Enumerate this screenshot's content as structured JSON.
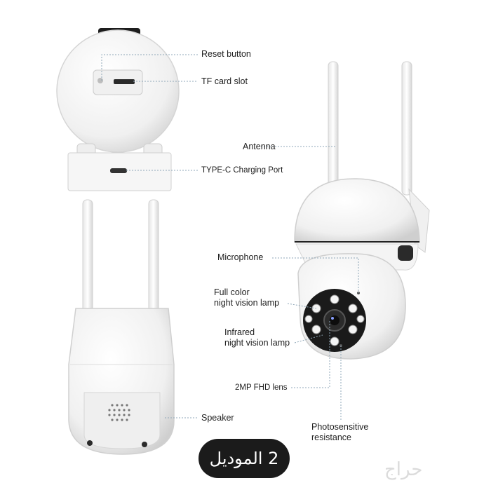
{
  "labels": {
    "reset_button": "Reset button",
    "tf_card_slot": "TF card slot",
    "type_c_port": "TYPE-C Charging Port",
    "antenna": "Antenna",
    "microphone": "Microphone",
    "full_color_lamp_line1": "Full color",
    "full_color_lamp_line2": "night vision lamp",
    "infrared_lamp_line1": "Infrared",
    "infrared_lamp_line2": "night vision lamp",
    "lens": "2MP FHD lens",
    "speaker": "Speaker",
    "photosensitive_line1": "Photosensitive",
    "photosensitive_line2": "resistance"
  },
  "badge_text": "2 الموديل",
  "watermark_text": "حراج",
  "colors": {
    "camera_body": "#f4f4f4",
    "camera_shadow": "#d8d8d8",
    "lens_ring": "#111111",
    "badge_bg": "#1b1b1b",
    "leader_line": "#8fa7b8"
  }
}
